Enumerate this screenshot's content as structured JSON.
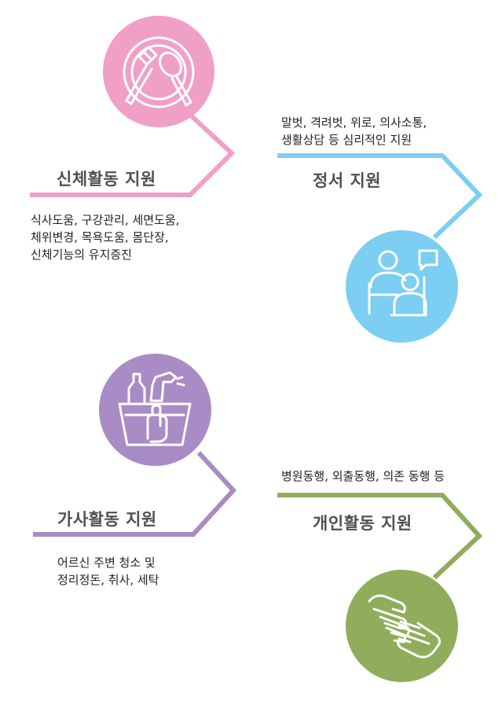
{
  "colors": {
    "pink": "#F0A0C6",
    "blue": "#7CCEF2",
    "purple": "#A98BC5",
    "green": "#8FAD5B",
    "title_text": "#505050",
    "body_text": "#222222"
  },
  "sections": [
    {
      "title": "신체활동 지원",
      "icon": "plate-fork-spoon-icon",
      "lines": [
        "식사도움, 구강관리, 세면도움,",
        "체위변경, 목욕도움, 몸단장,",
        "신체기능의 유지증진"
      ]
    },
    {
      "title": "정서 지원",
      "icon": "counseling-people-chat-icon",
      "lines": [
        "말벗, 격려벗, 위로, 의사소통,",
        "생활상담 등 심리적인 지원"
      ]
    },
    {
      "title": "가사활동 지원",
      "icon": "cleaning-bucket-spray-icon",
      "lines": [
        "어르신 주변 청소 및",
        "정리정돈, 취사, 세탁"
      ]
    },
    {
      "title": "개인활동 지원",
      "icon": "helping-hands-icon",
      "lines": [
        "병원동행, 외출동행, 의존 동행 등"
      ]
    }
  ]
}
